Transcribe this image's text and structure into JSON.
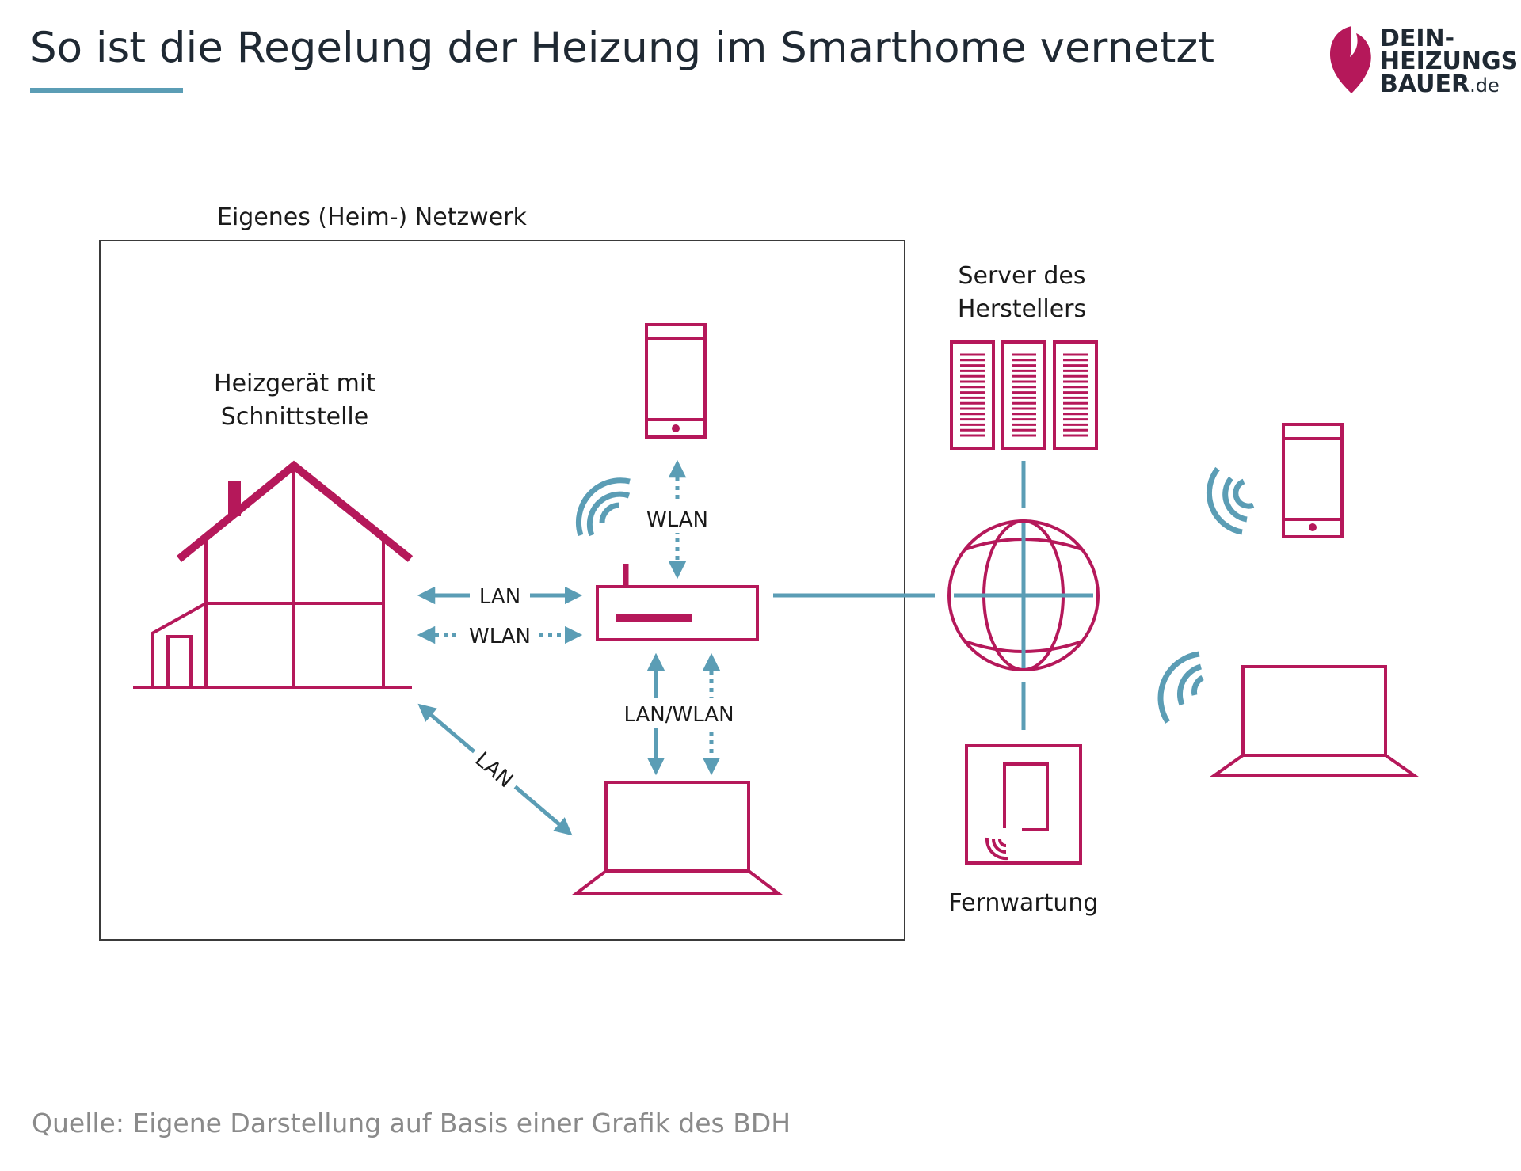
{
  "title": "So ist die Regelung der Heizung im Smarthome vernetzt",
  "logo": {
    "line1": "DEIN-",
    "line2": "HEIZUNGS",
    "line3": "BAUER",
    "line3_suffix": ".de"
  },
  "network_box_label": "Eigenes (Heim-) Netzwerk",
  "nodes": {
    "heater": {
      "line1": "Heizgerät mit",
      "line2": "Schnittstelle"
    },
    "server": {
      "line1": "Server des",
      "line2": "Herstellers"
    },
    "remote": {
      "label": "Fernwartung"
    }
  },
  "links": {
    "house_router_lan": "LAN",
    "house_router_wlan": "WLAN",
    "router_phone": "WLAN",
    "router_laptop": "LAN/WLAN",
    "house_laptop": "LAN"
  },
  "source": "Quelle: Eigene Darstellung auf Basis einer Grafik des BDH",
  "colors": {
    "magenta": "#b5185a",
    "blue": "#5b9db5",
    "title": "#1f2933",
    "box": "#3a3a3a",
    "source": "#8a8a8a"
  }
}
